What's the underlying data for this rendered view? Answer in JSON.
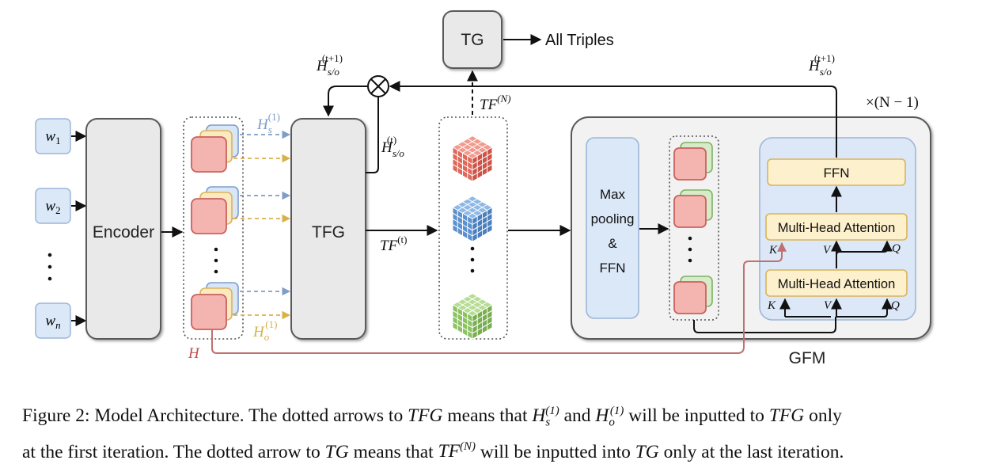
{
  "inputs": {
    "w1": {
      "base": "w",
      "sub": "1"
    },
    "w2": {
      "base": "w",
      "sub": "2"
    },
    "dots": "⋮",
    "wn": {
      "base": "w",
      "sub": "n"
    }
  },
  "blocks": {
    "encoder": "Encoder",
    "tfg": "TFG",
    "tg": "TG",
    "all_triples": "All Triples",
    "max_pooling": [
      "Max",
      "pooling",
      "&",
      "FFN"
    ],
    "ffn": "FFN",
    "mha_top": "Multi-Head Attention",
    "mha_bottom": "Multi-Head Attention",
    "gfm": "GFM"
  },
  "math_labels": {
    "h_s1": {
      "base": "H",
      "sub": "s",
      "sup": "(1)"
    },
    "h_o1": {
      "base": "H",
      "sub": "o",
      "sup": "(1)"
    },
    "h_so_t": {
      "base": "H",
      "sub": "s/o",
      "sup": "(t)"
    },
    "h_so_t1_left": {
      "base": "H",
      "sub": "s/o",
      "sup": "(t+1)"
    },
    "h_so_t1_right": {
      "base": "H",
      "sub": "s/o",
      "sup": "(t+1)"
    },
    "tf_t": {
      "base": "TF",
      "sup": "(t)"
    },
    "tf_n": {
      "base": "TF",
      "sup": "(N)"
    },
    "h": "H",
    "repeat": "×(N − 1)",
    "k": "K",
    "v": "V",
    "q": "Q"
  },
  "colors": {
    "red_face": "#f4b4b0",
    "red_border": "#c9625d",
    "yellow_face": "#fbeac0",
    "yellow_border": "#d9b45a",
    "blue_face": "#d9e6f7",
    "blue_border": "#7e9dc9",
    "green_face": "#d6ecc9",
    "green_border": "#7fb066",
    "h_path": "#c07070"
  },
  "caption": {
    "l1a": "Figure 2: Model Architecture. The dotted arrows to ",
    "l1b": "TFG",
    "l1c": " means that ",
    "l1d": " and ",
    "l1e": " will be inputted to ",
    "l1f": "TFG",
    "l1g": " only",
    "l2a": "at the first iteration. The dotted arrow to ",
    "l2b": "TG",
    "l2c": " means that ",
    "l2d": " will be inputted into ",
    "l2e": "TG",
    "l2f": " only at the last iteration.",
    "h_s1": {
      "base": "H",
      "sub": "s",
      "sup": "(1)"
    },
    "h_o1": {
      "base": "H",
      "sub": "o",
      "sup": "(1)"
    },
    "tf_n": {
      "base": "TF",
      "sup": "(N)"
    }
  }
}
